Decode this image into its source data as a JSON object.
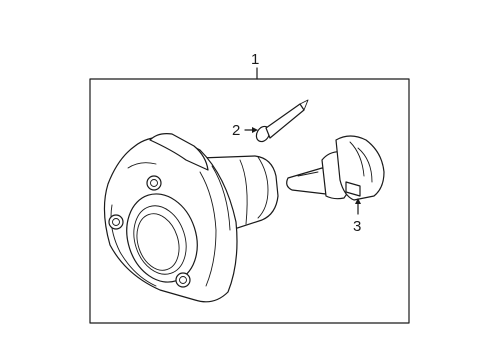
{
  "callouts": {
    "assembly": "1",
    "screw": "2",
    "bulb": "3"
  },
  "colors": {
    "stroke": "#1a1a1a",
    "background": "#ffffff"
  }
}
